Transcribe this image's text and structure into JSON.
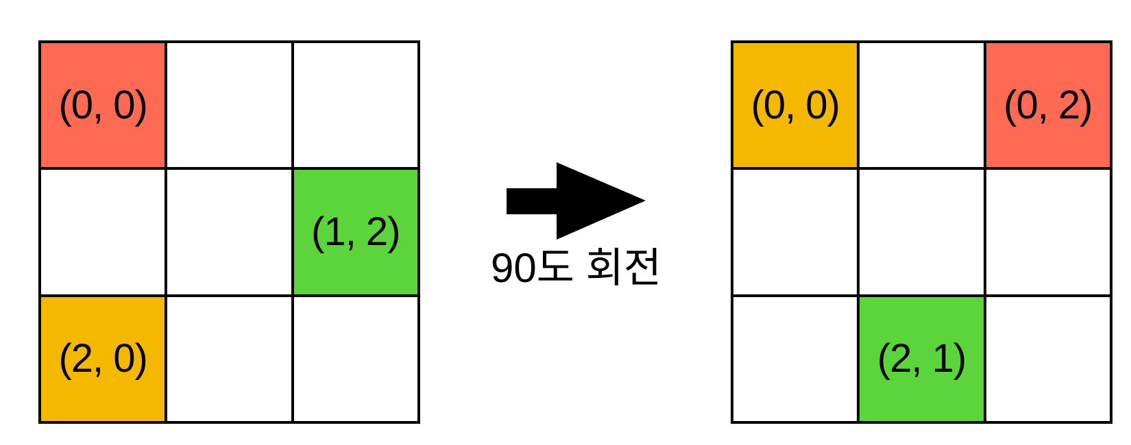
{
  "diagram": {
    "caption": "90도 회전",
    "arrow_icon": "right-arrow"
  },
  "colors": {
    "red": "#FF6A55",
    "orange": "#F5B800",
    "green": "#5BD53B",
    "line": "#000000",
    "background": "#FFFFFF",
    "label_text": "#000000"
  },
  "before_grid": {
    "rows": 3,
    "cols": 3,
    "cells": [
      {
        "row": 0,
        "col": 0,
        "label": "(0, 0)",
        "color": "red"
      },
      {
        "row": 1,
        "col": 2,
        "label": "(1, 2)",
        "color": "green"
      },
      {
        "row": 2,
        "col": 0,
        "label": "(2, 0)",
        "color": "orange"
      }
    ]
  },
  "after_grid": {
    "rows": 3,
    "cols": 3,
    "cells": [
      {
        "row": 0,
        "col": 0,
        "label": "(0, 0)",
        "color": "orange"
      },
      {
        "row": 0,
        "col": 2,
        "label": "(0, 2)",
        "color": "red"
      },
      {
        "row": 2,
        "col": 1,
        "label": "(2, 1)",
        "color": "green"
      }
    ]
  }
}
